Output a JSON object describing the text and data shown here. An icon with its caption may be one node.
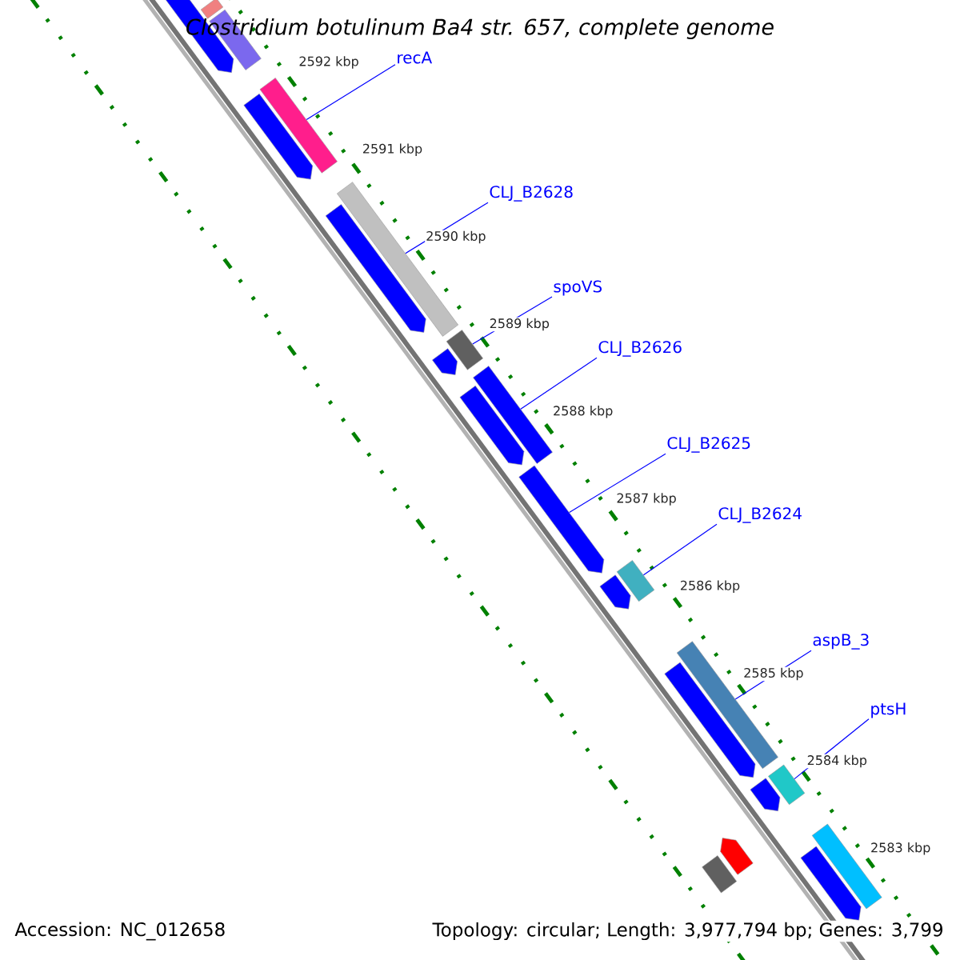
{
  "diagram": {
    "title": "Clostridium botulinum Ba4 str. 657, complete genome",
    "nodes": [
      {
        "text": [
          "recA"
        ]
      },
      {
        "text": [
          "CLJ_B2628"
        ]
      },
      {
        "text": [
          "spoVS"
        ]
      },
      {
        "text": [
          "CLJ_B2626"
        ]
      },
      {
        "text": [
          "CLJ_B2625"
        ]
      },
      {
        "text": [
          "CLJ_B2624"
        ]
      },
      {
        "text": [
          "aspB_3"
        ]
      },
      {
        "text": [
          "ptsH"
        ]
      },
      {
        "text": [],
        "shape": "bar"
      },
      {
        "text": [],
        "shape": "pentagon"
      },
      {
        "text": [],
        "shape": "bar"
      },
      {
        "text": [],
        "shape": "pentagon"
      },
      {
        "text": [],
        "shape": "bar"
      },
      {
        "text": [],
        "shape": "bar"
      },
      {
        "text": [],
        "shape": "pentagon"
      },
      {
        "text": [],
        "shape": "bar"
      },
      {
        "text": [],
        "shape": "pentagon"
      },
      {
        "text": [],
        "shape": "bar"
      },
      {
        "text": [],
        "shape": "pentagon"
      },
      {
        "text": [],
        "shape": "pentagon"
      },
      {
        "text": [],
        "shape": "pentagon"
      },
      {
        "text": [],
        "shape": "bar"
      },
      {
        "text": [],
        "shape": "bar"
      },
      {
        "text": [],
        "shape": "pentagon"
      },
      {
        "text": [],
        "shape": "pentagon"
      },
      {
        "text": [],
        "shape": "bar"
      },
      {
        "text": [],
        "shape": "pentagon"
      },
      {
        "text": [],
        "shape": "bar"
      },
      {
        "text": [],
        "shape": "bar"
      },
      {
        "text": [],
        "shape": "pentagon"
      }
    ],
    "edges": [
      {
        "from": 0,
        "to": 12,
        "arrow": "none"
      },
      {
        "from": 1,
        "to": 13,
        "arrow": "none"
      },
      {
        "from": 2,
        "to": 15,
        "arrow": "none"
      },
      {
        "from": 3,
        "to": 17,
        "arrow": "none"
      },
      {
        "from": 4,
        "to": 19,
        "arrow": "none"
      },
      {
        "from": 5,
        "to": 21,
        "arrow": "none"
      },
      {
        "from": 6,
        "to": 22,
        "arrow": "none"
      },
      {
        "from": 7,
        "to": 25,
        "arrow": "none"
      }
    ],
    "labels": [
      "2592 kbp",
      "2591 kbp",
      "2590 kbp",
      "2589 kbp",
      "2588 kbp",
      "2587 kbp",
      "2586 kbp",
      "2585 kbp",
      "2584 kbp",
      "2583 kbp",
      "Accession: NC_012658",
      "Topology: circular; Length: 3,977,794 bp; Genes: 3,799"
    ]
  }
}
